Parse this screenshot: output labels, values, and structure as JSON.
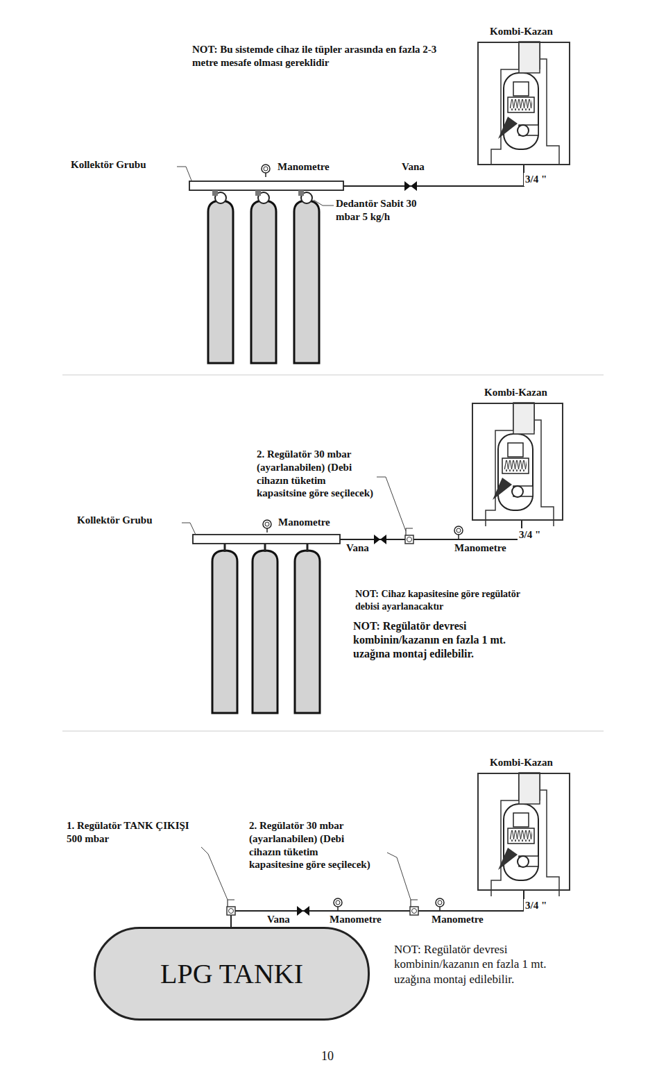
{
  "diagram": {
    "nodes": [
      {
        "text": [
          "Kombi-Kazan"
        ]
      },
      {
        "text": [
          "Kombi-Kazan"
        ]
      },
      {
        "text": [
          "Kombi-Kazan"
        ]
      },
      {
        "text": [
          "LPG TANKI"
        ]
      }
    ],
    "edges": [
      {
        "from": 3,
        "to": 2,
        "arrow": "none"
      }
    ],
    "labels": [
      "NOT: Bu sistemde cihaz ile tüpler arasında en fazla 2-3 metre mesafe olması gereklidir",
      "Kollektör Grubu",
      "Manometre",
      "Vana",
      "3/4 \"",
      "Dedantör Sabit 30 mbar 5 kg/h",
      "2. Regülatör 30 mbar (ayarlanabilen) (Debi cihazın tüketim kapasitsine göre seçilecek)",
      "Kollektör Grubu",
      "Manometre",
      "Vana",
      "Manometre",
      "3/4 \"",
      "NOT: Cihaz kapasitesine göre regülatör debisi ayarlanacaktır",
      "NOT: Regülatör devresi kombinin/kazanın en fazla 1 mt. uzağına montaj edilebilir.",
      "1. Regülatör TANK ÇIKIŞI 500 mbar",
      "2. Regülatör 30 mbar (ayarlanabilen) (Debi cihazın tüketim kapasitesine göre seçilecek)",
      "Vana",
      "Manometre",
      "Manometre",
      "3/4 \"",
      "NOT: Regülatör devresi kombinin/kazanın en fazla 1 mt. uzağına montaj edilebilir.",
      "10"
    ]
  }
}
